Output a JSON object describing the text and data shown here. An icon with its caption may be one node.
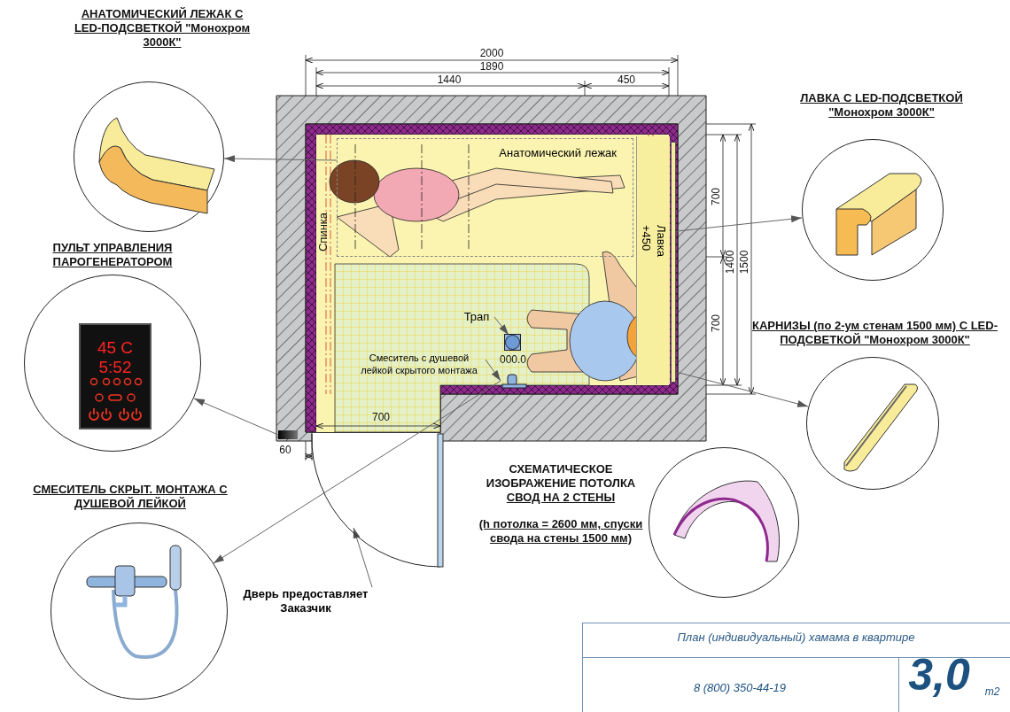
{
  "diagram": {
    "title": "План (индивидуальный) хамама в квартире",
    "nodes": [
      {
        "text": [
          "АНАТОМИЧЕСКИЙ ЛЕЖАК С LED-ПОДСВЕТКОЙ \"Монохром 3000К\""
        ]
      },
      {
        "text": [
          "ЛАВКА С LED-ПОДСВЕТКОЙ \"Монохром 3000К\""
        ]
      },
      {
        "text": [
          "ПУЛЬТ УПРАВЛЕНИЯ ПАРОГЕНЕРАТОРОМ",
          "45 C",
          "5:52"
        ]
      },
      {
        "text": [
          "КАРНИЗЫ (по 2-ум стенам 1500 мм) С LED-ПОДСВЕТКОЙ \"Монохром 3000К\""
        ]
      },
      {
        "text": [
          "СМЕСИТЕЛЬ СКРЫТ. МОНТАЖА С ДУШЕВОЙ ЛЕЙКОЙ"
        ]
      },
      {
        "text": [
          "СХЕМАТИЧЕСКОЕ ИЗОБРАЖЕНИЕ ПОТОЛКА",
          "СВОД НА 2 СТЕНЫ",
          "(h потолка = 2600 мм, спуски свода на стены 1500 мм)"
        ]
      },
      {
        "text": [
          "Анатомический лежак"
        ]
      },
      {
        "text": [
          "Лавка",
          "+450"
        ]
      },
      {
        "text": [
          "Трап"
        ]
      },
      {
        "text": [],
        "shape": "box"
      },
      {
        "text": [
          "Смеситель с душевой лейкой скрытого монтажа"
        ]
      },
      {
        "text": [],
        "shape": "picture"
      },
      {
        "text": [
          "Дверь предоставляет Заказчик"
        ]
      },
      {
        "text": [],
        "shape": "door"
      },
      {
        "text": [],
        "shape": "box"
      },
      {
        "text": [],
        "shape": "bar"
      }
    ],
    "edges": [
      {
        "from": 6,
        "to": 0,
        "arrow": "to"
      },
      {
        "from": 7,
        "to": 1,
        "arrow": "to"
      },
      {
        "from": 14,
        "to": 2,
        "arrow": "to"
      },
      {
        "from": 15,
        "to": 3,
        "arrow": "to"
      },
      {
        "from": 11,
        "to": 4,
        "arrow": "to"
      },
      {
        "from": 8,
        "to": 9,
        "arrow": "to"
      },
      {
        "from": 10,
        "to": 11,
        "arrow": "to"
      },
      {
        "from": 12,
        "to": 13,
        "arrow": "to"
      }
    ],
    "labels": [
      "2000",
      "1890",
      "1440",
      "450",
      "Спинка",
      "000.0",
      "700",
      "60",
      "700",
      "1400",
      "1500",
      "700",
      "8 (800) 350-44-19",
      "3,0",
      "m2"
    ]
  }
}
